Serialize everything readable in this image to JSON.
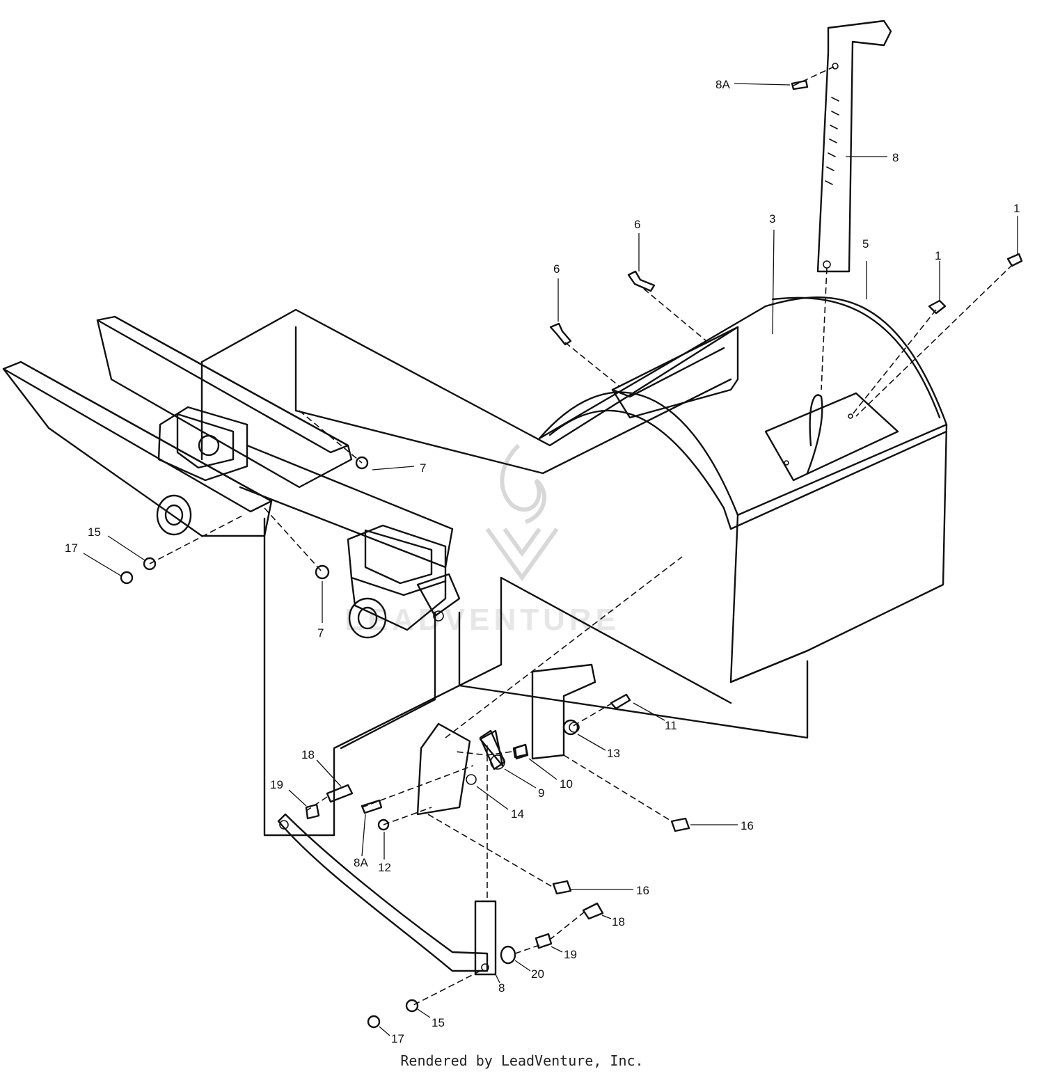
{
  "diagram": {
    "callouts": [
      {
        "id": "c1a",
        "text": "1"
      },
      {
        "id": "c1b",
        "text": "1"
      },
      {
        "id": "c3",
        "text": "3"
      },
      {
        "id": "c5",
        "text": "5"
      },
      {
        "id": "c6a",
        "text": "6"
      },
      {
        "id": "c6b",
        "text": "6"
      },
      {
        "id": "c7a",
        "text": "7"
      },
      {
        "id": "c7b",
        "text": "7"
      },
      {
        "id": "c8a",
        "text": "8"
      },
      {
        "id": "c8b",
        "text": "8"
      },
      {
        "id": "c8Aa",
        "text": "8A"
      },
      {
        "id": "c8Ab",
        "text": "8A"
      },
      {
        "id": "c9",
        "text": "9"
      },
      {
        "id": "c10",
        "text": "10"
      },
      {
        "id": "c11",
        "text": "11"
      },
      {
        "id": "c12",
        "text": "12"
      },
      {
        "id": "c13",
        "text": "13"
      },
      {
        "id": "c14",
        "text": "14"
      },
      {
        "id": "c15a",
        "text": "15"
      },
      {
        "id": "c15b",
        "text": "15"
      },
      {
        "id": "c16a",
        "text": "16"
      },
      {
        "id": "c16b",
        "text": "16"
      },
      {
        "id": "c17a",
        "text": "17"
      },
      {
        "id": "c17b",
        "text": "17"
      },
      {
        "id": "c18a",
        "text": "18"
      },
      {
        "id": "c18b",
        "text": "18"
      },
      {
        "id": "c19a",
        "text": "19"
      },
      {
        "id": "c19b",
        "text": "19"
      },
      {
        "id": "c20",
        "text": "20"
      }
    ],
    "watermark": "LEADVENTURE"
  },
  "footer": {
    "credit": "Rendered by LeadVenture, Inc."
  }
}
